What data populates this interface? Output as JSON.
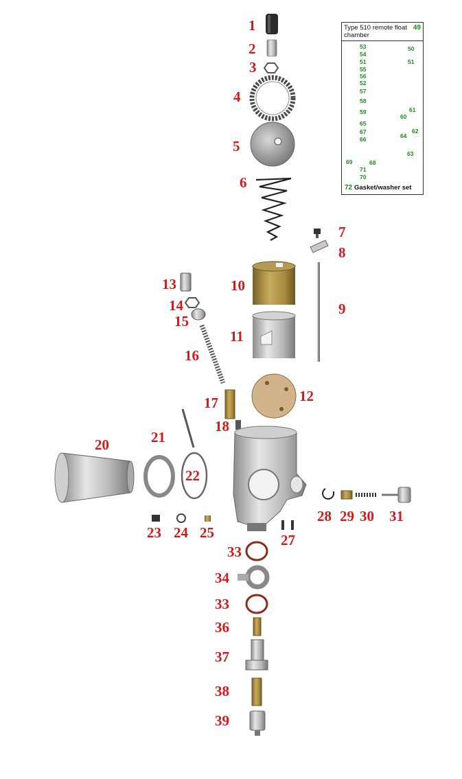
{
  "labels": {
    "n1": "1",
    "n2": "2",
    "n3": "3",
    "n4": "4",
    "n5": "5",
    "n6": "6",
    "n7": "7",
    "n8": "8",
    "n9": "9",
    "n10": "10",
    "n11": "11",
    "n12": "12",
    "n13": "13",
    "n14": "14",
    "n15": "15",
    "n16": "16",
    "n17": "17",
    "n18": "18",
    "n20": "20",
    "n21": "21",
    "n22": "22",
    "n23": "23",
    "n24": "24",
    "n25": "25",
    "n27": "27",
    "n28": "28",
    "n29": "29",
    "n30": "30",
    "n31": "31",
    "n33a": "33",
    "n34": "34",
    "n33b": "33",
    "n36": "36",
    "n37": "37",
    "n38": "38",
    "n39": "39"
  },
  "inset": {
    "title": "Type 510 remote float chamber",
    "code": "49",
    "footer_number": "72",
    "footer_text": "Gasket/washer set",
    "numbers": {
      "g53": "53",
      "g50": "50",
      "g54": "54",
      "g51a": "51",
      "g51b": "51",
      "g55": "55",
      "g56": "56",
      "g52": "52",
      "g57": "57",
      "g58": "58",
      "g59": "59",
      "g61": "61",
      "g60": "60",
      "g65": "65",
      "g67": "67",
      "g62": "62",
      "g64": "64",
      "g66": "66",
      "g63": "63",
      "g69": "69",
      "g68": "68",
      "g71": "71",
      "g70": "70"
    }
  },
  "colors": {
    "label_red": "#d11a1a",
    "inset_green": "#1c8a1c"
  }
}
